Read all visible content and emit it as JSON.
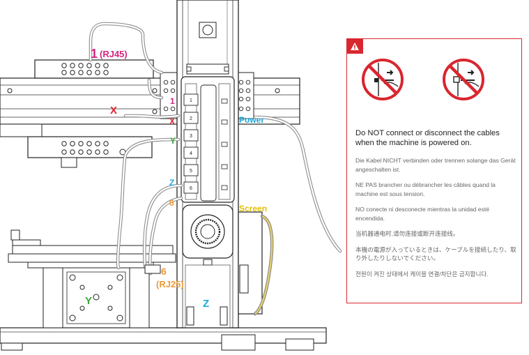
{
  "labels": {
    "rj45_num": "1",
    "rj45_text": "(RJ45)",
    "x_left": "X",
    "one_small": "1",
    "x_small": "X",
    "y_small": "Y",
    "power": "Power",
    "z_small": "Z",
    "six_small": "6",
    "screen": "Screen",
    "rj25_num": "6",
    "rj25_text": "(RJ25)",
    "y_bottom": "Y",
    "z_bottom": "Z"
  },
  "ports": [
    "1",
    "2",
    "3",
    "4",
    "5",
    "6"
  ],
  "warning": {
    "main": "Do NOT connect or disconnect the cables when the machine is powered on.",
    "de": "Die Kabel NICHT verbinden oder trennen solange das Gerät angeschalten ist.",
    "fr": "NE PAS brancher ou débrancher les câbles quand la machine est sous tension.",
    "es": "NO conecte ni desconecte mientras la unidad esté encendida.",
    "zh": "当机器通电时,请勿连接或断开连接线。",
    "ja": "本機の電源が入っているときは、ケーブルを接続したり、取り外したりしないでください。",
    "ko": "전원이 켜진 상태에서 케이블 연결/차단은 금지합니다."
  },
  "colors": {
    "magenta": "#d6247f",
    "red": "#d9262f",
    "green": "#3aa53a",
    "cyan": "#1da8d8",
    "orange": "#e89b3a",
    "yellow": "#e2c000"
  }
}
